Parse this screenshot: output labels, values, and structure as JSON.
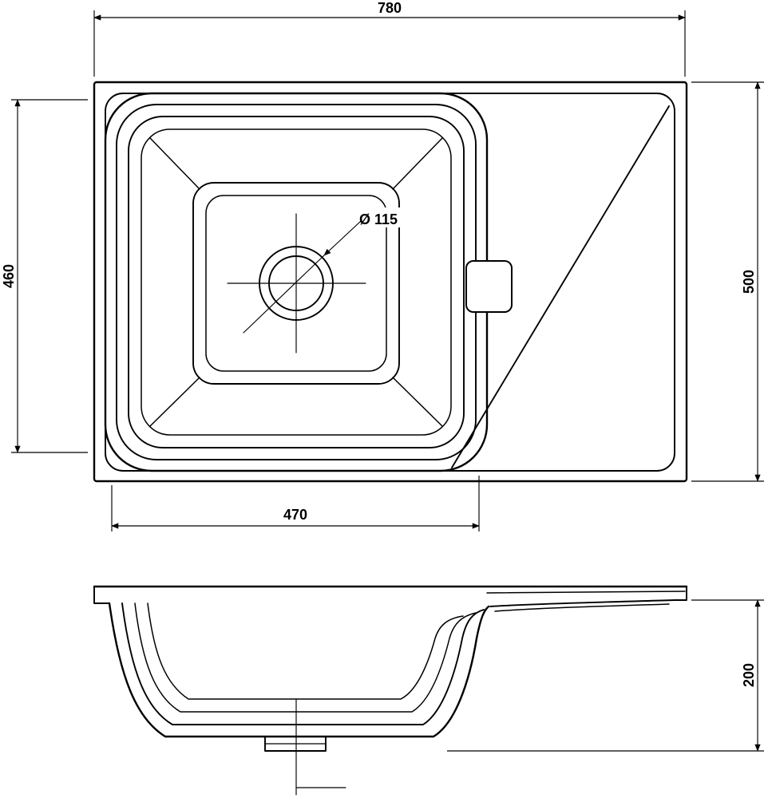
{
  "drawing": {
    "kind": "kitchen sink technical drawing, top view and section view",
    "colors": {
      "line": "#000000",
      "background": "#ffffff"
    }
  },
  "dimensions": {
    "top_width": "780",
    "left_height": "460",
    "right_height": "500",
    "bowl_width": "470",
    "drain_diameter": "Ø 115",
    "depth": "200"
  }
}
